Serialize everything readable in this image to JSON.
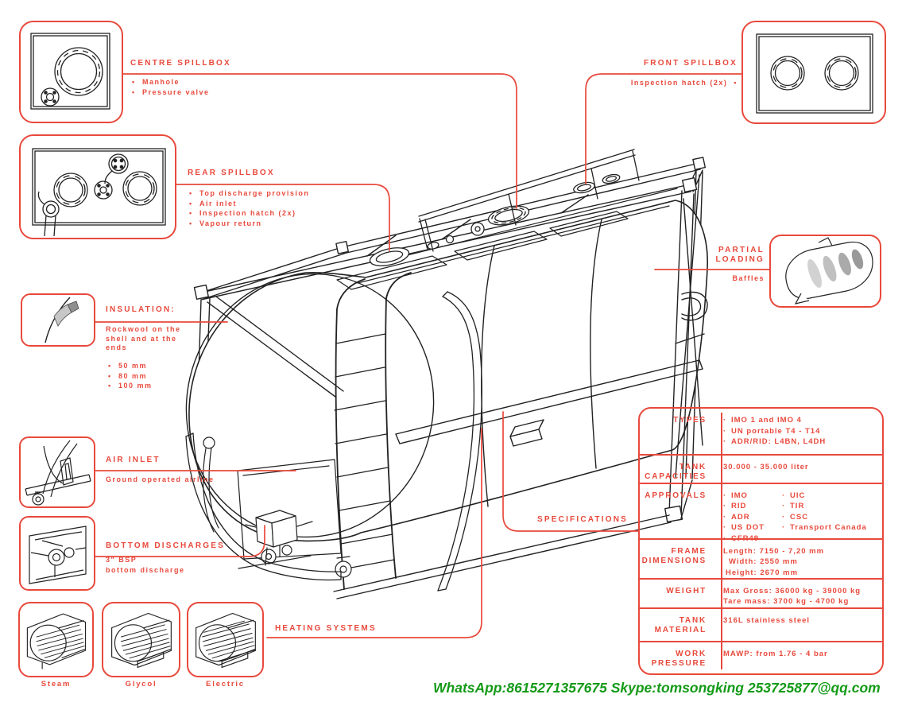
{
  "colors": {
    "accent": "#e8493c",
    "ink": "#222222",
    "green": "#149a17",
    "baffle_gray": "#b9b9b9"
  },
  "callouts": {
    "centre_spillbox": {
      "title": "CENTRE SPILLBOX",
      "items": [
        "Manhole",
        "Pressure valve"
      ]
    },
    "front_spillbox": {
      "title": "FRONT SPILLBOX",
      "items": [
        "Inspection hatch (2x)"
      ]
    },
    "rear_spillbox": {
      "title": "REAR SPILLBOX",
      "items": [
        "Top discharge provision",
        "Air inlet",
        "Inspection hatch (2x)",
        "Vapour return"
      ]
    },
    "insulation": {
      "title": "INSULATION:",
      "description": "Rockwool on the shell and at the ends",
      "items": [
        "50 mm",
        "80 mm",
        "100 mm"
      ]
    },
    "partial_loading": {
      "title": "PARTIAL LOADING",
      "note": "Baffles"
    },
    "air_inlet": {
      "title": "AIR INLET",
      "note": "Ground operated airline"
    },
    "bottom_discharges": {
      "title": "BOTTOM DISCHARGES",
      "note_line1": "3\" BSP",
      "note_line2": "bottom discharge"
    },
    "heating_systems": {
      "title": "HEATING SYSTEMS",
      "variants": [
        "Steam",
        "Glycol",
        "Electric"
      ]
    },
    "specifications": {
      "title": "SPECIFICATIONS"
    }
  },
  "spec_table": {
    "rows": [
      {
        "label": "TYPES",
        "values": [
          "IMO 1 and IMO 4",
          "UN portable T4 - T14",
          "ADR/RID: L4BN, L4DH"
        ]
      },
      {
        "label": "TANK CAPACITIES",
        "values": [
          "30.000 - 35.000 liter"
        ]
      },
      {
        "label": "APPROVALS",
        "col1": [
          "IMO",
          "RID",
          "ADR",
          "US DOT",
          "CFR49"
        ],
        "col2": [
          "UIC",
          "TIR",
          "CSC",
          "Transport Canada"
        ]
      },
      {
        "label": "FRAME DIMENSIONS",
        "values": [
          "Length: 7150 - 7,20 mm",
          "Width: 2550 mm",
          "Height: 2670 mm"
        ]
      },
      {
        "label": "WEIGHT",
        "values": [
          "Max Gross: 36000 kg - 39000 kg",
          "Tare mass: 3700 kg - 4700 kg"
        ]
      },
      {
        "label": "TANK MATERIAL",
        "values": [
          "316L stainless steel"
        ]
      },
      {
        "label": "WORK PRESSURE",
        "values": [
          "MAWP: from 1.76 - 4 bar"
        ]
      }
    ]
  },
  "footer": {
    "contact": "WhatsApp:8615271357675  Skype:tomsongking 253725877@qq.com"
  }
}
